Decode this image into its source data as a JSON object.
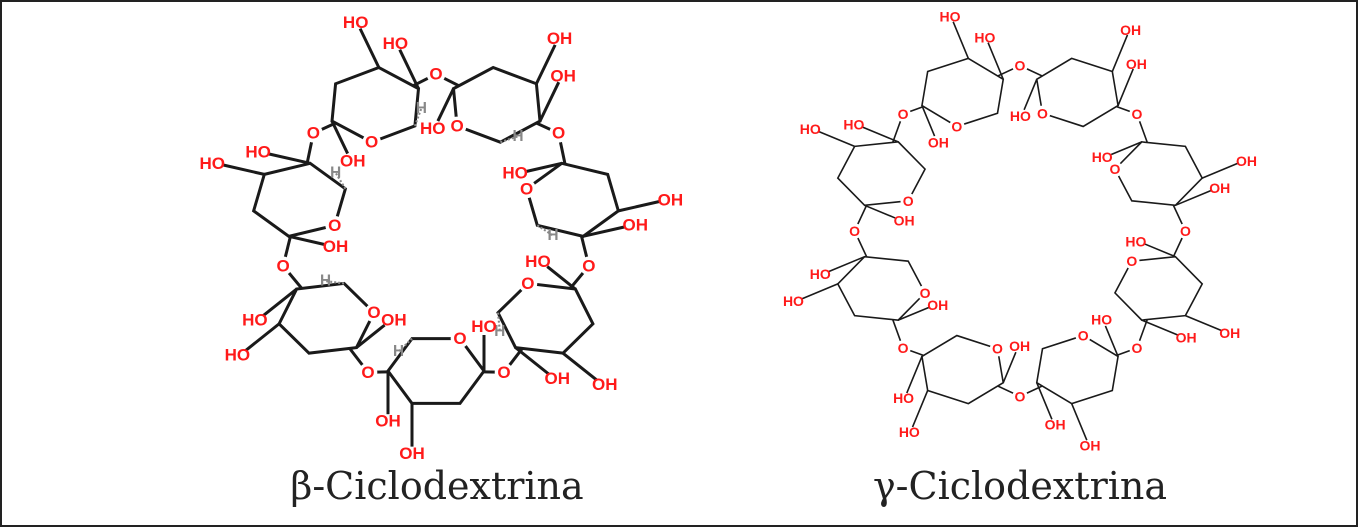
{
  "figure": {
    "left_caption": "β-Ciclodextrina",
    "right_caption": "γ-Ciclodextrina"
  },
  "molecules": [
    {
      "name": "β-Ciclodextrina",
      "glucose_units": 7,
      "atom_labels": [
        "OH",
        "O",
        "H",
        "HO"
      ],
      "bond_color": "#1a1a1a",
      "oxygen_color": "#ff1a1a",
      "hydrogen_color": "#888888"
    },
    {
      "name": "γ-Ciclodextrina",
      "glucose_units": 8,
      "atom_labels": [
        "OH",
        "O",
        "HO"
      ],
      "bond_color": "#1a1a1a",
      "oxygen_color": "#ff1a1a"
    }
  ]
}
